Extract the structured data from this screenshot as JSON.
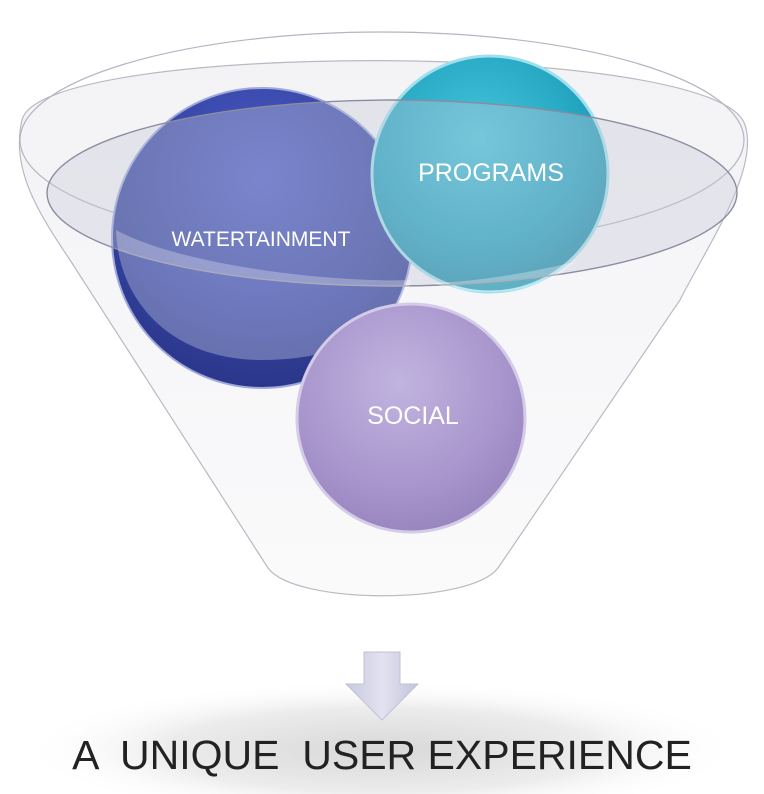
{
  "diagram": {
    "type": "funnel",
    "inputs": [
      {
        "label": "WATERTAINMENT",
        "color": "#3c4ab4"
      },
      {
        "label": "PROGRAMS",
        "color": "#2fb0c9"
      },
      {
        "label": "SOCIAL",
        "color": "#b09ed2"
      }
    ],
    "output": {
      "label": "A  UNIQUE  USER EXPERIENCE"
    },
    "arrow_color": "#d6d6ea"
  }
}
